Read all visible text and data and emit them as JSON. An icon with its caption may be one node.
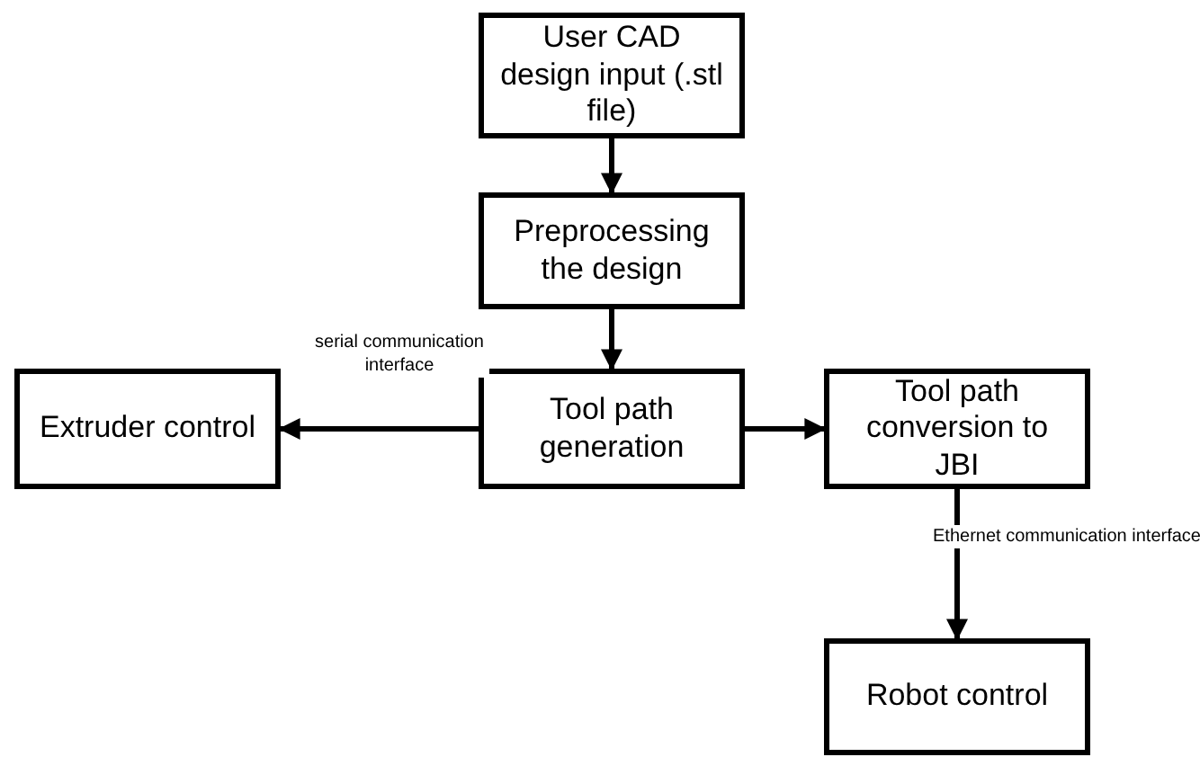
{
  "diagram": {
    "nodes": [
      {
        "text": [
          "User CAD design input (.stl file)"
        ]
      },
      {
        "text": [
          "Preprocessing the design"
        ]
      },
      {
        "text": [
          "Tool path generation"
        ]
      },
      {
        "text": [
          "Extruder control"
        ]
      },
      {
        "text": [
          "Tool path conversion to JBI"
        ]
      },
      {
        "text": [
          "Robot control"
        ]
      }
    ],
    "edges": [
      {
        "from": 0,
        "to": 1,
        "arrow": "to"
      },
      {
        "from": 1,
        "to": 2,
        "arrow": "to"
      },
      {
        "from": 2,
        "to": 3,
        "arrow": "to",
        "label": "serial communication interface"
      },
      {
        "from": 2,
        "to": 4,
        "arrow": "to"
      },
      {
        "from": 4,
        "to": 5,
        "arrow": "to",
        "label": "Ethernet communication interface"
      }
    ]
  }
}
